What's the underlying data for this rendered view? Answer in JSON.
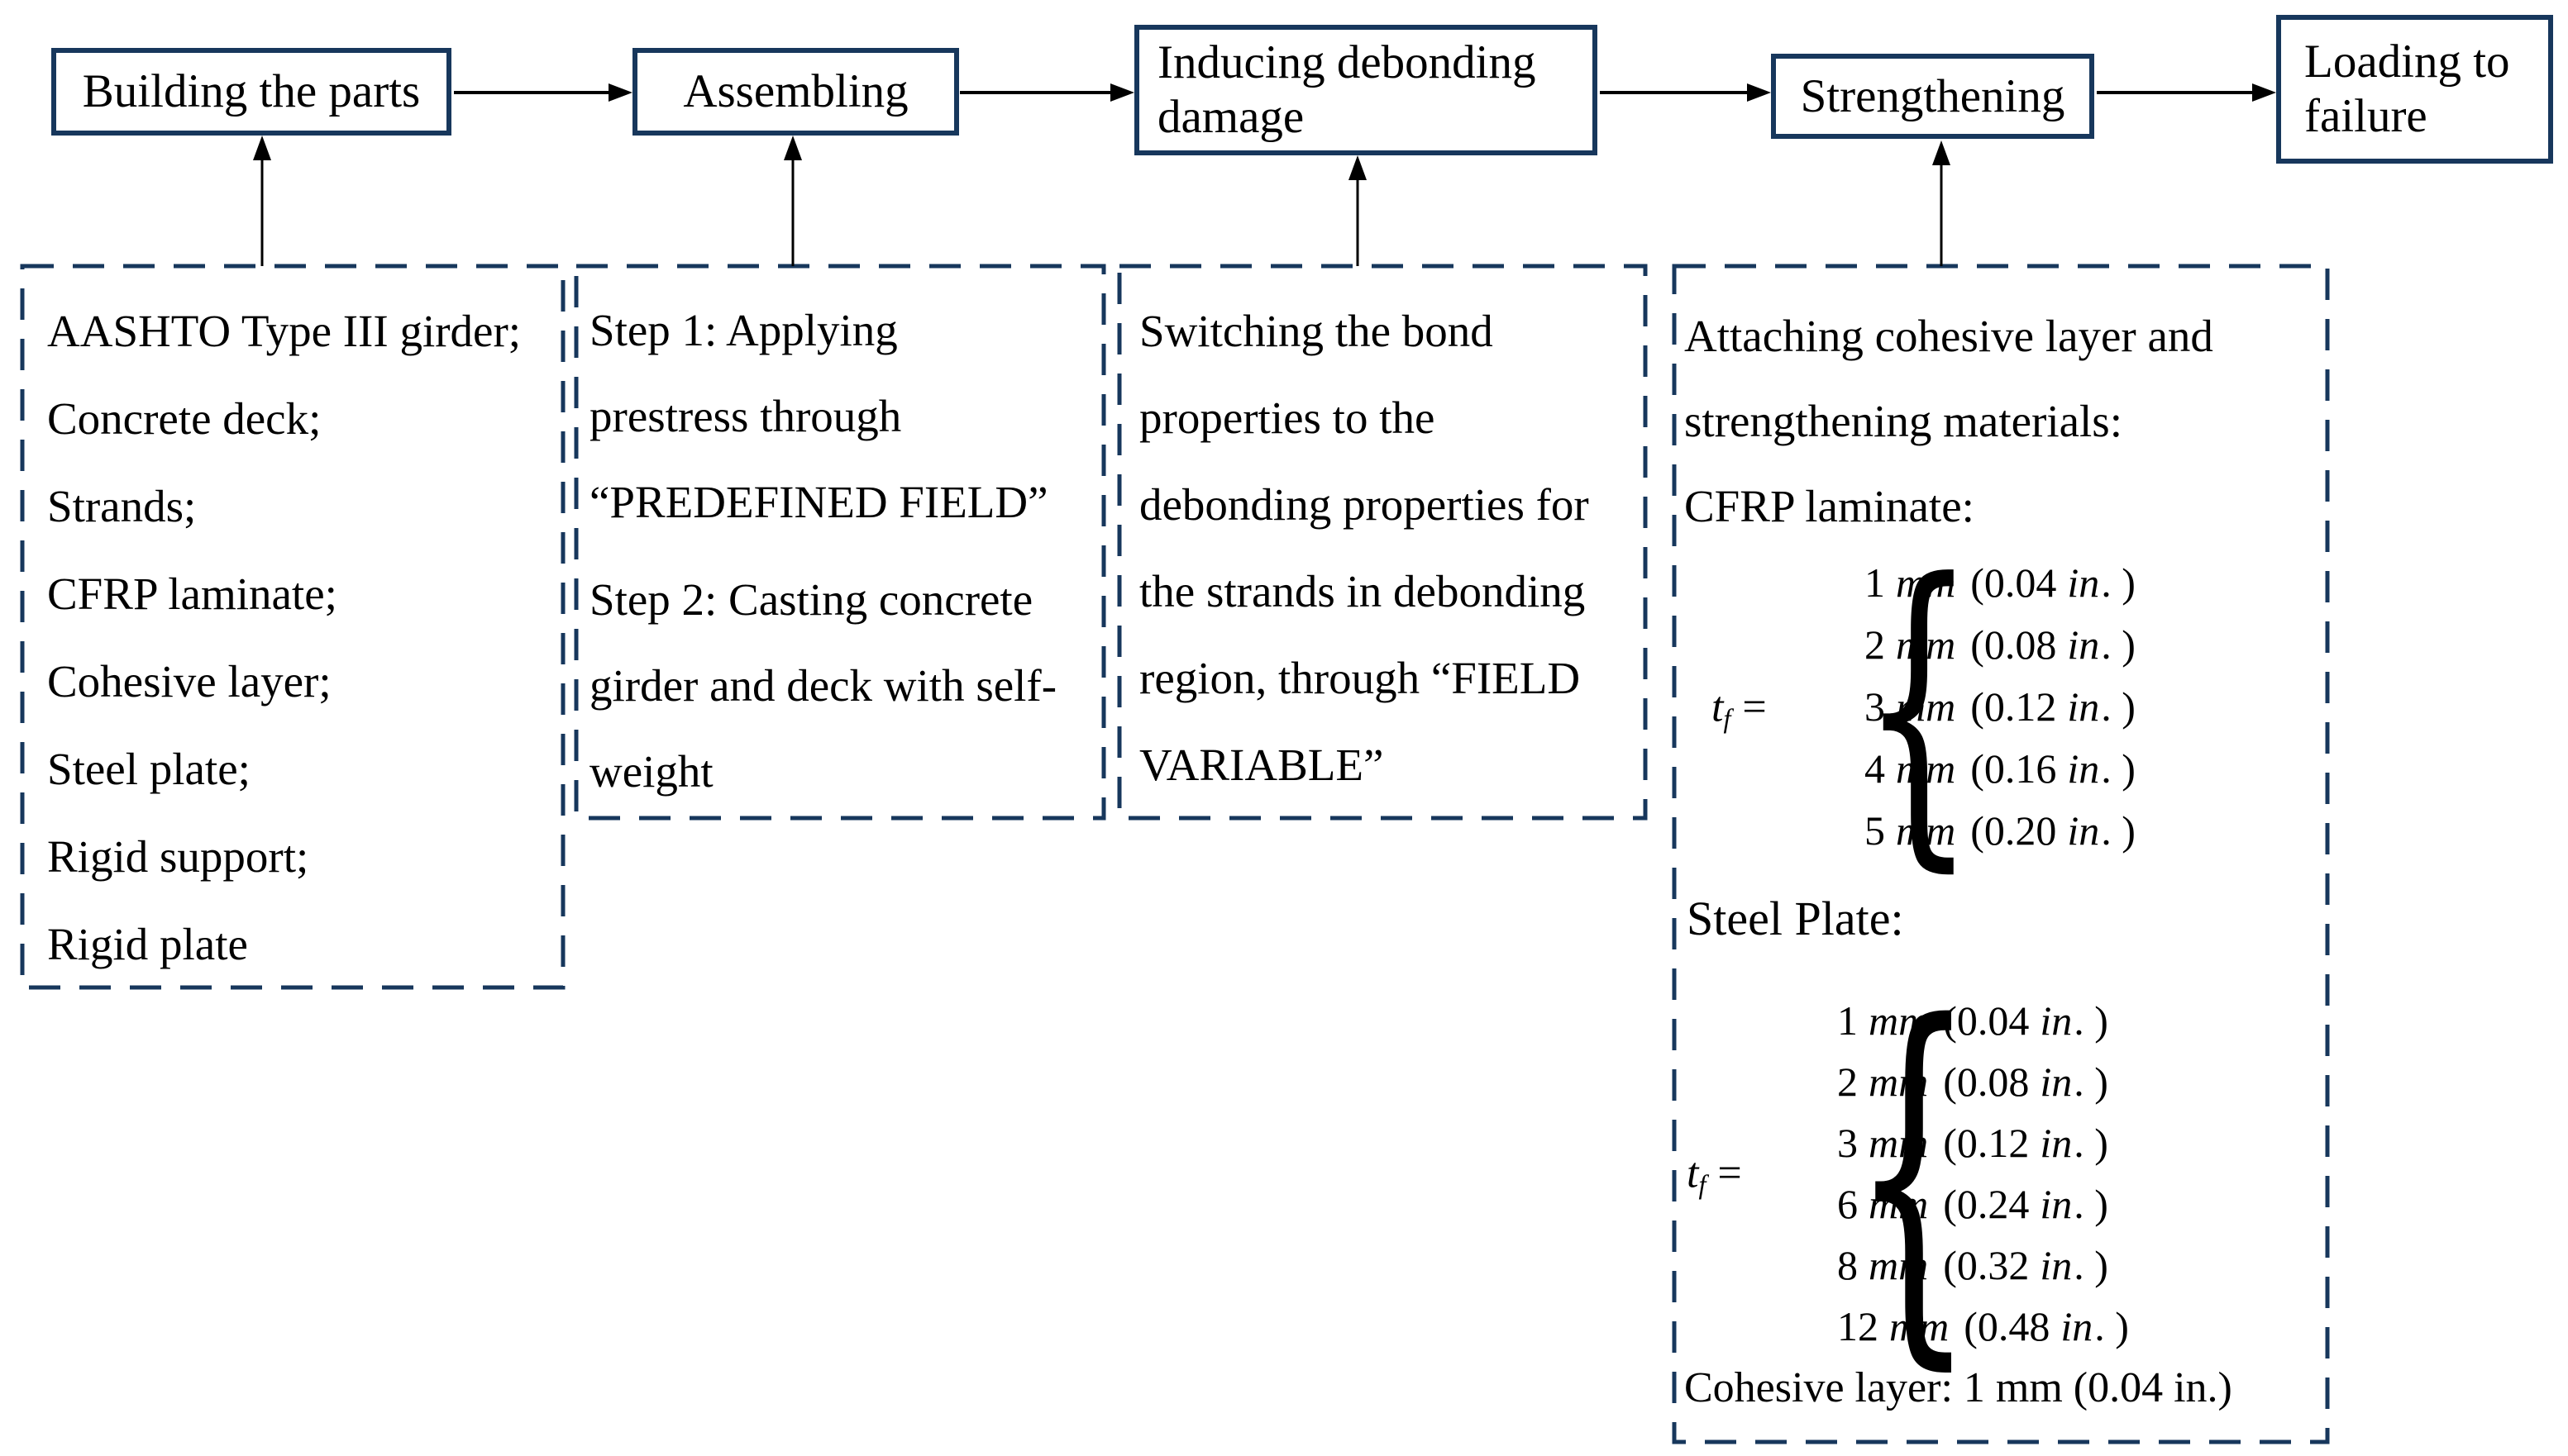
{
  "colors": {
    "accent_border": "#17375c",
    "text": "#000000",
    "background": "#ffffff"
  },
  "flow_steps": {
    "building": "Building the parts",
    "assembling": "Assembling",
    "inducing": "Inducing debonding damage",
    "strengthening": "Strengthening",
    "loading": "Loading to failure"
  },
  "details": {
    "building_parts": {
      "lines": [
        "AASHTO Type III girder;",
        "Concrete deck;",
        "Strands;",
        "CFRP laminate;",
        "Cohesive layer;",
        "Steel plate;",
        "Rigid support;",
        "Rigid plate"
      ]
    },
    "assembling_steps": {
      "lines": [
        "Step 1: Applying",
        "prestress through",
        "“PREDEFINED FIELD”",
        "Step 2: Casting concrete",
        "girder and deck with self-",
        "weight"
      ]
    },
    "debonding": {
      "lines": [
        "Switching the bond",
        "properties to the",
        "debonding properties for",
        "the strands in debonding",
        "region, through “FIELD",
        "VARIABLE”"
      ]
    },
    "strengthening_box": {
      "line1": "Attaching cohesive layer and",
      "line2": "strengthening materials:",
      "cfrp_label": "CFRP laminate:",
      "steel_label": "Steel Plate:",
      "cfrp_thicknesses": [
        [
          "1",
          "0.04"
        ],
        [
          "2",
          "0.08"
        ],
        [
          "3",
          "0.12"
        ],
        [
          "4",
          "0.16"
        ],
        [
          "5",
          "0.20"
        ]
      ],
      "steel_thicknesses": [
        [
          "1",
          "0.04"
        ],
        [
          "2",
          "0.08"
        ],
        [
          "3",
          "0.12"
        ],
        [
          "6",
          "0.24"
        ],
        [
          "8",
          "0.32"
        ],
        [
          "12",
          "0.48"
        ]
      ],
      "cohesive_note": "Cohesive layer: 1 mm (0.04 in.)"
    }
  },
  "equation": {
    "symbol": "t",
    "subscript": "f",
    "equals": "=",
    "brace": "{"
  },
  "units": {
    "mm": "mm",
    "inch": "in"
  },
  "punct": {
    "open": "(",
    "close": ". )"
  }
}
